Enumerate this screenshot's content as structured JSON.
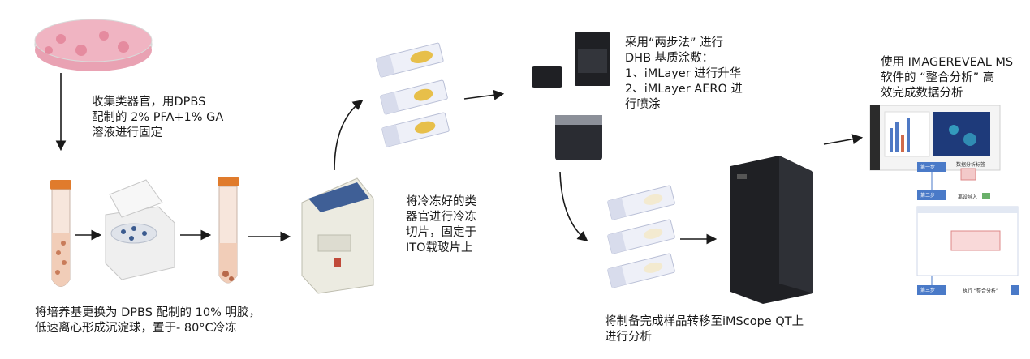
{
  "steps": {
    "collect": "收集类器官，用DPBS\n配制的 2% PFA+1% GA\n溶液进行固定",
    "embed": "将培养基更换为 DPBS 配制的 10% 明胶，\n低速离心形成沉淀球，置于- 80°C冷冻",
    "section": "将冷冻好的类\n器官进行冷冻\n切片，固定于\nITO载玻片上",
    "matrix": "采用“两步法” 进行\nDHB 基质涂敷：\n1、iMLayer 进行升华\n2、iMLayer AERO 进\n行喷涂",
    "transfer": "将制备完成样品转移至iMScope QT上\n进行分析",
    "analysis": "使用 IMAGEREVEAL MS\n软件的 “整合分析” 高\n效完成数据分析"
  },
  "software_screen": {
    "step1": "第一步",
    "step2": "第二步",
    "step3": "第三步",
    "button1": "数据分析标签",
    "button2": "离设导入",
    "button3": "执行 “整合分析”"
  },
  "colors": {
    "dish": "#e9a2b3",
    "tube_cap": "#e07b2c",
    "slide_sample": "#e7bf4a",
    "instrument_dark": "#1f2024",
    "arrow": "#1a1a1a"
  }
}
